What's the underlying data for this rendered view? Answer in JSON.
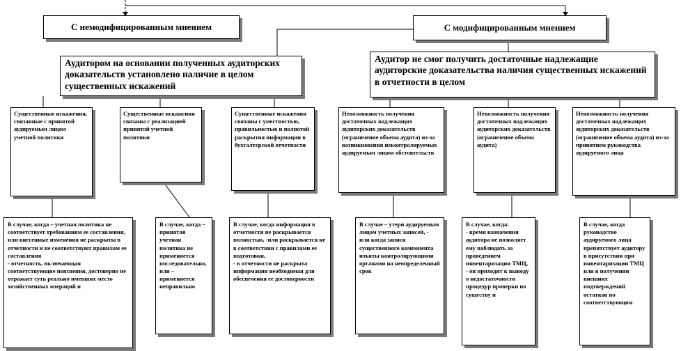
{
  "top": {
    "left": "С немодифицированным мнением",
    "right": "С модифицированным мнением"
  },
  "mid": {
    "left": "Аудитором на основании полученных аудиторских доказательств  установлено наличие в целом существенных  искажений",
    "right": "Аудитор не смог получить достаточные надлежащие аудиторские доказательства наличия существенных искажений в отчетности в целом"
  },
  "categories": [
    "Существенные искажения, связанные с принятой аудируемым лицом учетной политики",
    "Существенные искажения связаны с реализацией принятой учетной политики",
    "Существенные искажения связаны с уместностью, правильностью и полнотой раскрытия информации в бухгалтерской отчетности",
    "Невозможность получения достаточных надлежащих аудиторских доказательств (ограничение объема аудита) из-за возникновения неконтролируемых аудируемым лицом обстоятельств",
    "Невозможность получения достаточных надлежащих аудиторских доказательств (ограничение объема аудита)",
    "Невозможность получения достаточных надлежащих аудиторских доказательств (ограничение объема аудита) из-за принятием руководства аудируемого лица"
  ],
  "cases": [
    "В случае, когда – учетная политика не соответствует требованиям ее составления, или внесенные изменения не раскрыты в отчетности и не соответствуют правилам ее составления\n- отчетность, включающая соответствующие пояснения, достоверно не отражает суть реально имевших место хозяйственных операций и",
    "В случае, когда – принятая учетная политика не применяется последовательно, или – применяется неправильно",
    "В случае, когда информация в отчетности не раскрывается полностью, -или раскрывается не в соответствии с правилами ее подготовки,\n- в отчетности не раскрыта информация необходимая для обеспечения ее достоверности",
    "В случае – утери аудируемым лицом учетных записей, - или когда записи существенного компонента изъяты контролирующими органами на неопределенный срок",
    "В случае, когда:\n- время назначения аудитора не позволяет ему наблюдать за проведением инвентаризации ТМЦ,\n- он приходит к выводу о недостаточности процедур проверки по существу и",
    "В случае, когда руководство аудируемого лица препятствует аудитору в присутствии при инвентаризации ТМЦ или в получении внешних подтверждений остатков по соответствующим"
  ]
}
